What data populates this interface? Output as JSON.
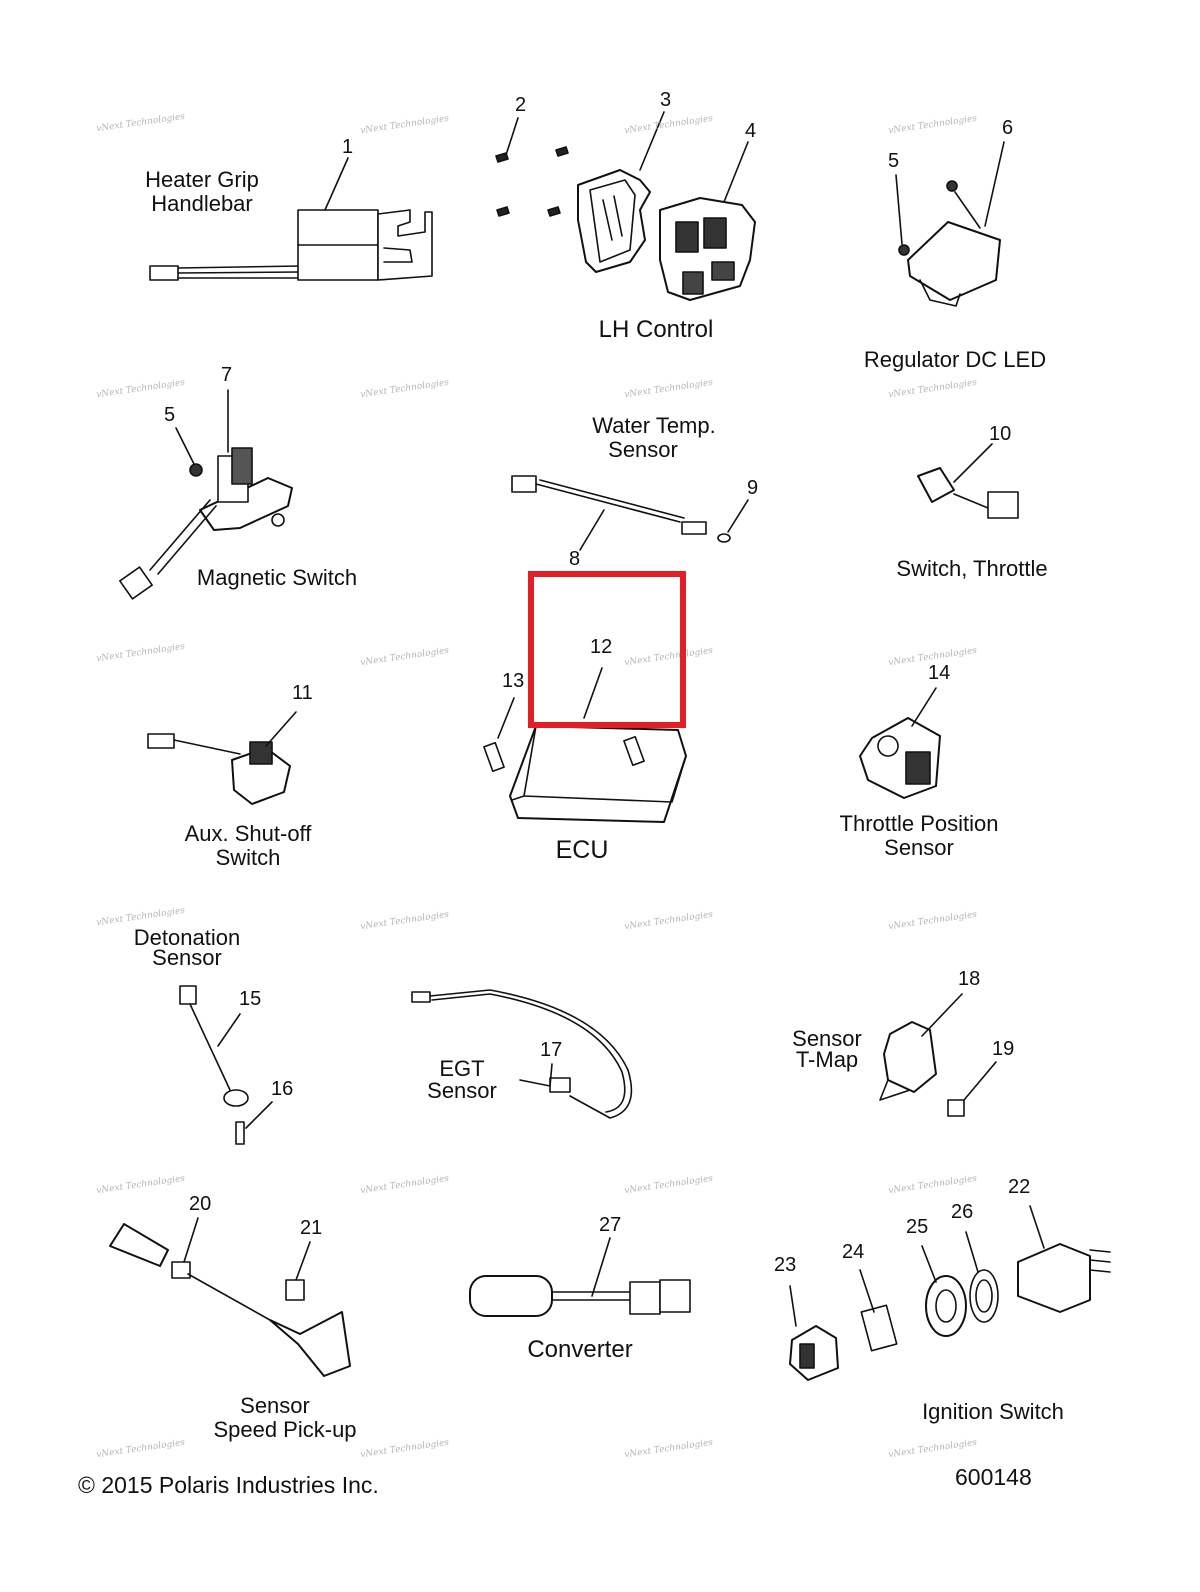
{
  "watermark": "vNext Technologies",
  "highlight_color": "#e31e24",
  "groups": {
    "heater_grip": [
      "Heater Grip",
      "Handlebar"
    ],
    "lh_control": "LH Control",
    "regulator": "Regulator DC LED",
    "magnetic_switch": "Magnetic Switch",
    "water_temp": [
      "Water Temp.",
      "Sensor"
    ],
    "switch_throttle": "Switch, Throttle",
    "aux_shutoff": [
      "Aux. Shut-off",
      "Switch"
    ],
    "ecu": "ECU",
    "throttle_position": [
      "Throttle Position",
      "Sensor"
    ],
    "detonation": [
      "Detonation",
      "Sensor"
    ],
    "egt": [
      "EGT",
      "Sensor"
    ],
    "tmap": [
      "Sensor",
      "T-Map"
    ],
    "speed_pickup": [
      "Sensor",
      "Speed Pick-up"
    ],
    "converter": "Converter",
    "ignition": "Ignition Switch"
  },
  "callouts": {
    "n1": "1",
    "n2": "2",
    "n3": "3",
    "n4": "4",
    "n5a": "5",
    "n5b": "5",
    "n6": "6",
    "n7": "7",
    "n8": "8",
    "n9": "9",
    "n10": "10",
    "n11": "11",
    "n12": "12",
    "n13": "13",
    "n14": "14",
    "n15": "15",
    "n16": "16",
    "n17": "17",
    "n18": "18",
    "n19": "19",
    "n20": "20",
    "n21": "21",
    "n22": "22",
    "n23": "23",
    "n24": "24",
    "n25": "25",
    "n26": "26",
    "n27": "27"
  },
  "copyright": "© 2015 Polaris Industries Inc.",
  "drawing_number": "600148"
}
